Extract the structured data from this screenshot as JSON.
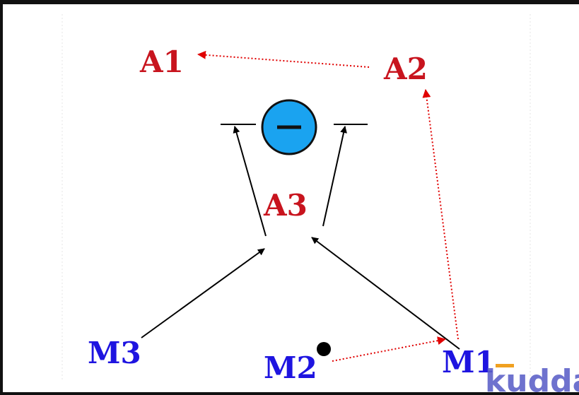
{
  "labels": {
    "a1": "A1",
    "a2": "A2",
    "a3": "A3",
    "m1": "M1",
    "m2": "M2",
    "m3": "M3"
  },
  "icons": {
    "defender": "minus-circle-icon",
    "ball": "ball-icon"
  },
  "watermark": "kudda",
  "colors": {
    "attack_label": "#c8141e",
    "player_label": "#1e14e0",
    "pass_line": "#e00000",
    "run_line": "#000000",
    "defender_fill": "#1aa3f0",
    "logo_accent": "#f0a020"
  }
}
